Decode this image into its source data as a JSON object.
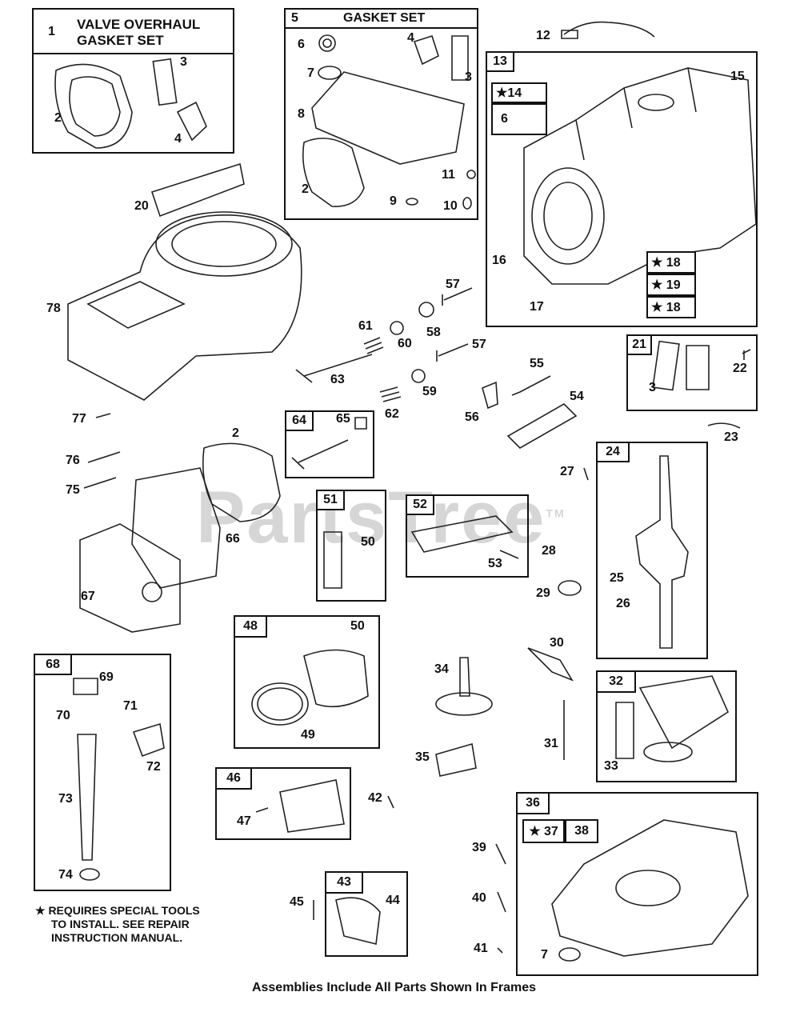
{
  "frames": {
    "valve_overhaul": {
      "num": "1",
      "title_line1": "VALVE OVERHAUL",
      "title_line2": "GASKET SET"
    },
    "gasket_set": {
      "num": "5",
      "title": "GASKET SET"
    },
    "cylinder": {
      "num": "13",
      "star14": "★14",
      "p6": "6",
      "star18a": "★ 18",
      "star19": "★ 19",
      "star18b": "★ 18"
    },
    "f21": {
      "num": "21"
    },
    "f24": {
      "num": "24"
    },
    "f64": {
      "num": "64"
    },
    "f51": {
      "num": "51"
    },
    "f52": {
      "num": "52"
    },
    "f48": {
      "num": "48"
    },
    "f68": {
      "num": "68"
    },
    "f32": {
      "num": "32"
    },
    "f46": {
      "num": "46"
    },
    "f43": {
      "num": "43"
    },
    "f36": {
      "num": "36",
      "star37": "★ 37",
      "p38": "38"
    }
  },
  "labels": {
    "l2a": "2",
    "l3a": "3",
    "l4a": "4",
    "l6": "6",
    "l4b": "4",
    "l7": "7",
    "l3b": "3",
    "l8": "8",
    "l2b": "2",
    "l11": "11",
    "l9": "9",
    "l10": "10",
    "l12": "12",
    "l15": "15",
    "l16": "16",
    "l17": "17",
    "l20": "20",
    "l78": "78",
    "l57a": "57",
    "l61": "61",
    "l60": "60",
    "l58": "58",
    "l57b": "57",
    "l63": "63",
    "l59": "59",
    "l62": "62",
    "l55": "55",
    "l54": "54",
    "l56": "56",
    "l3c": "3",
    "l22": "22",
    "l23": "23",
    "l77": "77",
    "l65": "65",
    "l2c": "2",
    "l76": "76",
    "l75": "75",
    "l66": "66",
    "l67": "67",
    "l27": "27",
    "l50a": "50",
    "l53": "53",
    "l28": "28",
    "l25": "25",
    "l26": "26",
    "l29": "29",
    "l50b": "50",
    "l49": "49",
    "l69": "69",
    "l70": "70",
    "l71": "71",
    "l72": "72",
    "l73": "73",
    "l74": "74",
    "l34": "34",
    "l30": "30",
    "l35": "35",
    "l31": "31",
    "l33": "33",
    "l42": "42",
    "l47": "47",
    "l39": "39",
    "l40": "40",
    "l41": "41",
    "l7b": "7",
    "l45": "45",
    "l44": "44"
  },
  "note": {
    "line1": "★ REQUIRES SPECIAL TOOLS",
    "line2": "TO INSTALL.  SEE REPAIR",
    "line3": "INSTRUCTION MANUAL."
  },
  "watermark": "PartsTree",
  "watermark_tm": "TM",
  "footer": "Assemblies Include All Parts Shown In Frames"
}
